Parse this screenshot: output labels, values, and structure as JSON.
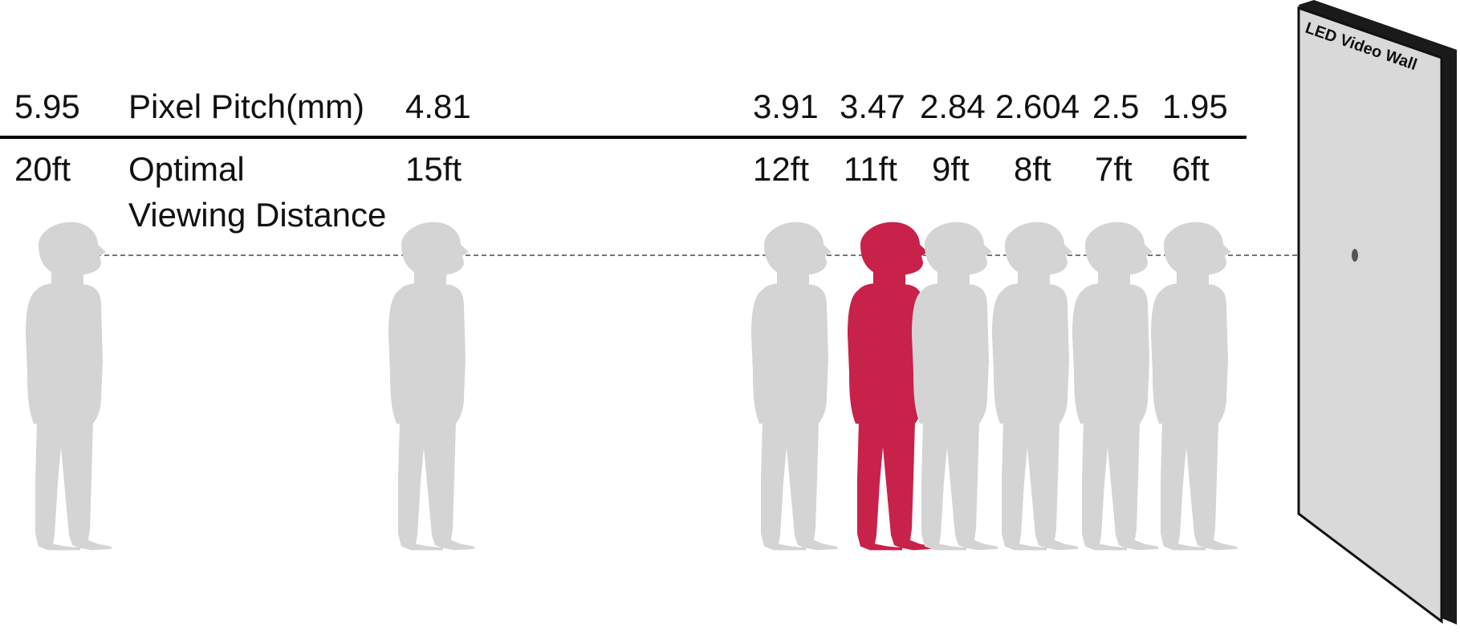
{
  "header": {
    "pitch_label": "Pixel Pitch(mm)",
    "distance_label_line1": "Optimal",
    "distance_label_line2": "Viewing Distance"
  },
  "wall_label": "LED Video Wall",
  "colors": {
    "person": "#d4d4d4",
    "highlight": "#c8214a",
    "wall_face": "#d9d9d9",
    "wall_edge": "#1a1a1a",
    "dash": "#777777"
  },
  "columns": [
    {
      "pitch": "5.95",
      "distance": "20ft",
      "highlighted": false
    },
    {
      "pitch": "4.81",
      "distance": "15ft",
      "highlighted": false
    },
    {
      "pitch": "3.91",
      "distance": "12ft",
      "highlighted": false
    },
    {
      "pitch": "3.47",
      "distance": "11ft",
      "highlighted": true
    },
    {
      "pitch": "2.84",
      "distance": "9ft",
      "highlighted": false
    },
    {
      "pitch": "2.604",
      "distance": "8ft",
      "highlighted": false
    },
    {
      "pitch": "2.5",
      "distance": "7ft",
      "highlighted": false
    },
    {
      "pitch": "1.95",
      "distance": "6ft",
      "highlighted": false
    }
  ]
}
